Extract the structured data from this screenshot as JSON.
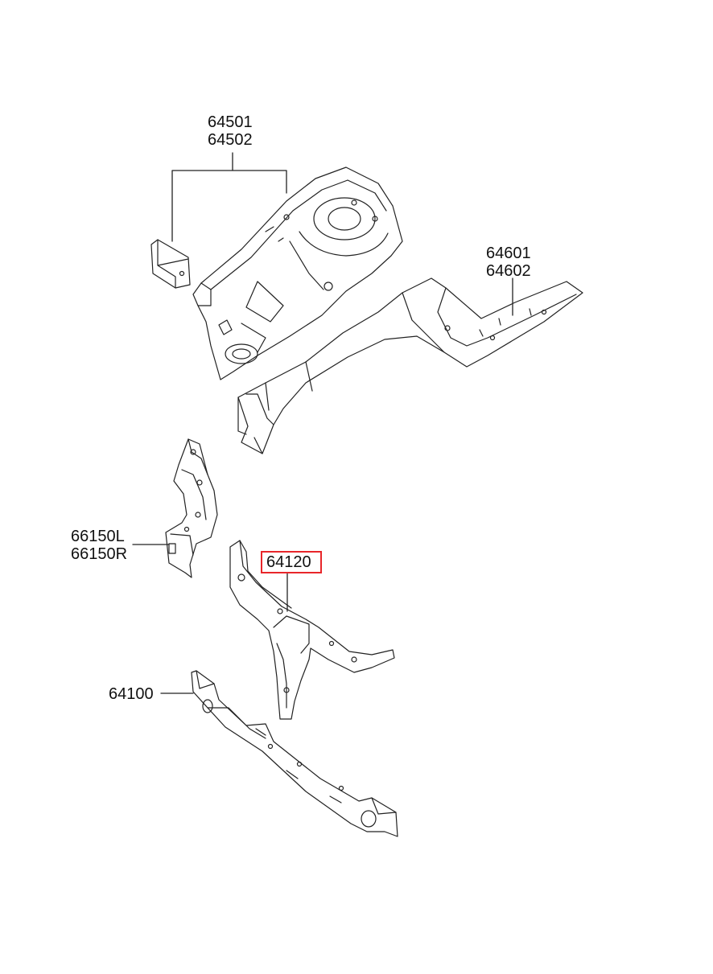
{
  "labels": {
    "rear_panel_upper": "64501",
    "rear_panel_lower": "64502",
    "side_member_upper": "64601",
    "side_member_lower": "64602",
    "bracket_left": "66150L",
    "bracket_right": "66150R",
    "highlighted_part": "64120",
    "lower_rail": "64100"
  },
  "highlight": {
    "part": "64120",
    "color": "#e8262a"
  },
  "colors": {
    "line": "#222222",
    "background": "#ffffff"
  }
}
